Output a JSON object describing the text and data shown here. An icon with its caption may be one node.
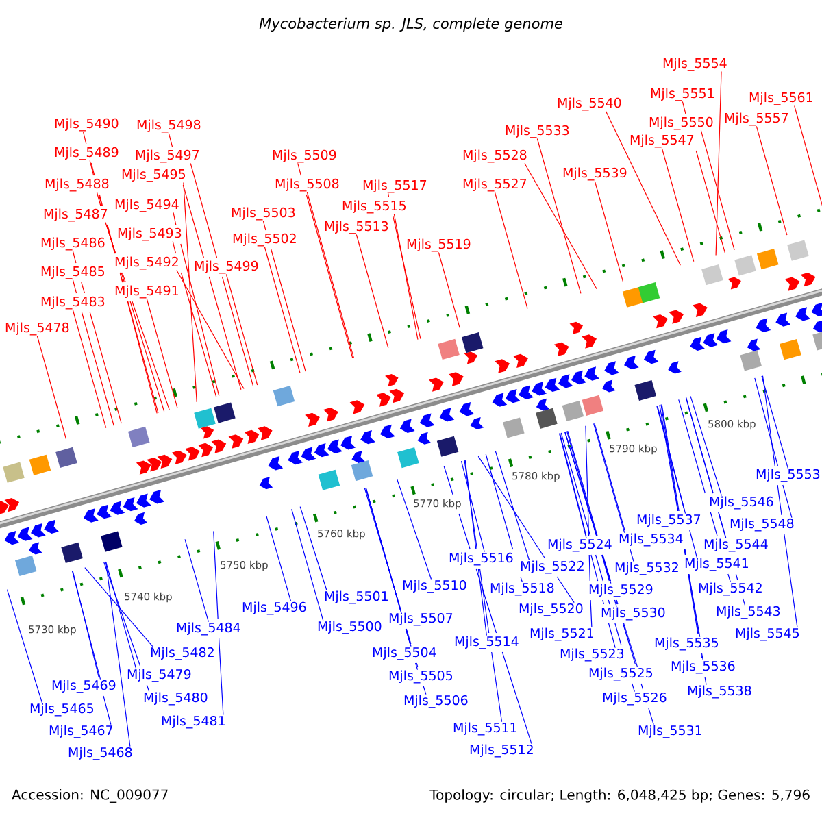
{
  "diagram": {
    "title": "Mycobacterium sp. JLS, complete genome",
    "nodes": [
      {
        "text": [
          "Mjls_5490"
        ]
      },
      {
        "text": [
          "Mjls_5498"
        ]
      },
      {
        "text": [
          "Mjls_5489"
        ]
      },
      {
        "text": [
          "Mjls_5497"
        ]
      },
      {
        "text": [
          "Mjls_5495"
        ]
      },
      {
        "text": [
          "Mjls_5488"
        ]
      },
      {
        "text": [
          "Mjls_5494"
        ]
      },
      {
        "text": [
          "Mjls_5487"
        ]
      },
      {
        "text": [
          "Mjls_5493"
        ]
      },
      {
        "text": [
          "Mjls_5486"
        ]
      },
      {
        "text": [
          "Mjls_5492"
        ]
      },
      {
        "text": [
          "Mjls_5499"
        ]
      },
      {
        "text": [
          "Mjls_5485"
        ]
      },
      {
        "text": [
          "Mjls_5491"
        ]
      },
      {
        "text": [
          "Mjls_5483"
        ]
      },
      {
        "text": [
          "Mjls_5478"
        ]
      },
      {
        "text": [
          "Mjls_5509"
        ]
      },
      {
        "text": [
          "Mjls_5508"
        ]
      },
      {
        "text": [
          "Mjls_5517"
        ]
      },
      {
        "text": [
          "Mjls_5515"
        ]
      },
      {
        "text": [
          "Mjls_5503"
        ]
      },
      {
        "text": [
          "Mjls_5513"
        ]
      },
      {
        "text": [
          "Mjls_5502"
        ]
      },
      {
        "text": [
          "Mjls_5519"
        ]
      },
      {
        "text": [
          "Mjls_5554"
        ]
      },
      {
        "text": [
          "Mjls_5551"
        ]
      },
      {
        "text": [
          "Mjls_5561"
        ]
      },
      {
        "text": [
          "Mjls_5540"
        ]
      },
      {
        "text": [
          "Mjls_5557"
        ]
      },
      {
        "text": [
          "Mjls_5550"
        ]
      },
      {
        "text": [
          "Mjls_5533"
        ]
      },
      {
        "text": [
          "Mjls_5547"
        ]
      },
      {
        "text": [
          "Mjls_5528"
        ]
      },
      {
        "text": [
          "Mjls_5539"
        ]
      },
      {
        "text": [
          "Mjls_5527"
        ]
      },
      {
        "text": [
          "Mjls_5553"
        ]
      },
      {
        "text": [
          "Mjls_5546"
        ]
      },
      {
        "text": [
          "Mjls_5537"
        ]
      },
      {
        "text": [
          "Mjls_5548"
        ]
      },
      {
        "text": [
          "Mjls_5534"
        ]
      },
      {
        "text": [
          "Mjls_5544"
        ]
      },
      {
        "text": [
          "Mjls_5524"
        ]
      },
      {
        "text": [
          "Mjls_5516"
        ]
      },
      {
        "text": [
          "Mjls_5541"
        ]
      },
      {
        "text": [
          "Mjls_5522"
        ]
      },
      {
        "text": [
          "Mjls_5532"
        ]
      },
      {
        "text": [
          "Mjls_5510"
        ]
      },
      {
        "text": [
          "Mjls_5518"
        ]
      },
      {
        "text": [
          "Mjls_5542"
        ]
      },
      {
        "text": [
          "Mjls_5529"
        ]
      },
      {
        "text": [
          "Mjls_5501"
        ]
      },
      {
        "text": [
          "Mjls_5496"
        ]
      },
      {
        "text": [
          "Mjls_5520"
        ]
      },
      {
        "text": [
          "Mjls_5543"
        ]
      },
      {
        "text": [
          "Mjls_5530"
        ]
      },
      {
        "text": [
          "Mjls_5507"
        ]
      },
      {
        "text": [
          "Mjls_5500"
        ]
      },
      {
        "text": [
          "Mjls_5484"
        ]
      },
      {
        "text": [
          "Mjls_5521"
        ]
      },
      {
        "text": [
          "Mjls_5545"
        ]
      },
      {
        "text": [
          "Mjls_5514"
        ]
      },
      {
        "text": [
          "Mjls_5535"
        ]
      },
      {
        "text": [
          "Mjls_5504"
        ]
      },
      {
        "text": [
          "Mjls_5482"
        ]
      },
      {
        "text": [
          "Mjls_5523"
        ]
      },
      {
        "text": [
          "Mjls_5536"
        ]
      },
      {
        "text": [
          "Mjls_5525"
        ]
      },
      {
        "text": [
          "Mjls_5479"
        ]
      },
      {
        "text": [
          "Mjls_5505"
        ]
      },
      {
        "text": [
          "Mjls_5469"
        ]
      },
      {
        "text": [
          "Mjls_5538"
        ]
      },
      {
        "text": [
          "Mjls_5480"
        ]
      },
      {
        "text": [
          "Mjls_5526"
        ]
      },
      {
        "text": [
          "Mjls_5506"
        ]
      },
      {
        "text": [
          "Mjls_5465"
        ]
      },
      {
        "text": [
          "Mjls_5481"
        ]
      },
      {
        "text": [
          "Mjls_5511"
        ]
      },
      {
        "text": [
          "Mjls_5531"
        ]
      },
      {
        "text": [
          "Mjls_5467"
        ]
      },
      {
        "text": [
          "Mjls_5512"
        ]
      },
      {
        "text": [
          "Mjls_5468"
        ]
      }
    ],
    "edges": [
      {
        "from": 0,
        "to": null,
        "arrow": "none",
        "color": "#ff0000"
      },
      {
        "from": 1,
        "to": null,
        "arrow": "none",
        "color": "#ff0000"
      },
      {
        "from": 2,
        "to": null,
        "arrow": "none",
        "color": "#ff0000"
      },
      {
        "from": 3,
        "to": null,
        "arrow": "none",
        "color": "#ff0000"
      },
      {
        "from": 4,
        "to": null,
        "arrow": "none",
        "color": "#ff0000"
      },
      {
        "from": 5,
        "to": null,
        "arrow": "none",
        "color": "#ff0000"
      },
      {
        "from": 6,
        "to": null,
        "arrow": "none",
        "color": "#ff0000"
      },
      {
        "from": 7,
        "to": null,
        "arrow": "none",
        "color": "#ff0000"
      },
      {
        "from": 8,
        "to": null,
        "arrow": "none",
        "color": "#ff0000"
      },
      {
        "from": 9,
        "to": null,
        "arrow": "none",
        "color": "#ff0000"
      },
      {
        "from": 10,
        "to": null,
        "arrow": "none",
        "color": "#ff0000"
      },
      {
        "from": 11,
        "to": null,
        "arrow": "none",
        "color": "#ff0000"
      },
      {
        "from": 12,
        "to": null,
        "arrow": "none",
        "color": "#ff0000"
      },
      {
        "from": 13,
        "to": null,
        "arrow": "none",
        "color": "#ff0000"
      },
      {
        "from": 14,
        "to": null,
        "arrow": "none",
        "color": "#ff0000"
      },
      {
        "from": 15,
        "to": null,
        "arrow": "none",
        "color": "#ff0000"
      },
      {
        "from": 16,
        "to": null,
        "arrow": "none",
        "color": "#ff0000"
      },
      {
        "from": 17,
        "to": null,
        "arrow": "none",
        "color": "#ff0000"
      },
      {
        "from": 18,
        "to": null,
        "arrow": "none",
        "color": "#ff0000"
      },
      {
        "from": 19,
        "to": null,
        "arrow": "none",
        "color": "#ff0000"
      },
      {
        "from": 20,
        "to": null,
        "arrow": "none",
        "color": "#ff0000"
      },
      {
        "from": 21,
        "to": null,
        "arrow": "none",
        "color": "#ff0000"
      },
      {
        "from": 22,
        "to": null,
        "arrow": "none",
        "color": "#ff0000"
      },
      {
        "from": 23,
        "to": null,
        "arrow": "none",
        "color": "#ff0000"
      },
      {
        "from": 24,
        "to": null,
        "arrow": "none",
        "color": "#ff0000"
      },
      {
        "from": 25,
        "to": null,
        "arrow": "none",
        "color": "#ff0000"
      },
      {
        "from": 26,
        "to": null,
        "arrow": "none",
        "color": "#ff0000"
      },
      {
        "from": 27,
        "to": null,
        "arrow": "none",
        "color": "#ff0000"
      },
      {
        "from": 28,
        "to": null,
        "arrow": "none",
        "color": "#ff0000"
      },
      {
        "from": 29,
        "to": null,
        "arrow": "none",
        "color": "#ff0000"
      },
      {
        "from": 30,
        "to": null,
        "arrow": "none",
        "color": "#ff0000"
      },
      {
        "from": 31,
        "to": null,
        "arrow": "none",
        "color": "#ff0000"
      },
      {
        "from": 32,
        "to": null,
        "arrow": "none",
        "color": "#ff0000"
      },
      {
        "from": 33,
        "to": null,
        "arrow": "none",
        "color": "#ff0000"
      },
      {
        "from": 34,
        "to": null,
        "arrow": "none",
        "color": "#ff0000"
      },
      {
        "from": 35,
        "to": null,
        "arrow": "none"
      },
      {
        "from": 36,
        "to": null,
        "arrow": "none"
      },
      {
        "from": 37,
        "to": null,
        "arrow": "none"
      },
      {
        "from": 38,
        "to": null,
        "arrow": "none"
      },
      {
        "from": 39,
        "to": null,
        "arrow": "none"
      },
      {
        "from": 40,
        "to": null,
        "arrow": "none"
      },
      {
        "from": 41,
        "to": null,
        "arrow": "none"
      },
      {
        "from": 42,
        "to": null,
        "arrow": "none"
      },
      {
        "from": 43,
        "to": null,
        "arrow": "none"
      },
      {
        "from": 44,
        "to": null,
        "arrow": "none"
      },
      {
        "from": 45,
        "to": null,
        "arrow": "none"
      },
      {
        "from": 46,
        "to": null,
        "arrow": "none"
      },
      {
        "from": 47,
        "to": null,
        "arrow": "none"
      },
      {
        "from": 48,
        "to": null,
        "arrow": "none"
      },
      {
        "from": 49,
        "to": null,
        "arrow": "none"
      },
      {
        "from": 50,
        "to": null,
        "arrow": "none"
      },
      {
        "from": 51,
        "to": null,
        "arrow": "none"
      },
      {
        "from": 52,
        "to": null,
        "arrow": "none"
      },
      {
        "from": 53,
        "to": null,
        "arrow": "none"
      },
      {
        "from": 54,
        "to": null,
        "arrow": "none"
      },
      {
        "from": 55,
        "to": null,
        "arrow": "none"
      },
      {
        "from": 56,
        "to": null,
        "arrow": "none"
      },
      {
        "from": 57,
        "to": null,
        "arrow": "none"
      },
      {
        "from": 58,
        "to": null,
        "arrow": "none"
      },
      {
        "from": 59,
        "to": null,
        "arrow": "none"
      },
      {
        "from": 60,
        "to": null,
        "arrow": "none"
      },
      {
        "from": 61,
        "to": null,
        "arrow": "none"
      },
      {
        "from": 62,
        "to": null,
        "arrow": "none"
      },
      {
        "from": 63,
        "to": null,
        "arrow": "none"
      },
      {
        "from": 64,
        "to": null,
        "arrow": "none"
      },
      {
        "from": 65,
        "to": null,
        "arrow": "none"
      },
      {
        "from": 66,
        "to": null,
        "arrow": "none"
      },
      {
        "from": 67,
        "to": null,
        "arrow": "none"
      },
      {
        "from": 68,
        "to": null,
        "arrow": "none"
      },
      {
        "from": 69,
        "to": null,
        "arrow": "none"
      },
      {
        "from": 70,
        "to": null,
        "arrow": "none"
      },
      {
        "from": 71,
        "to": null,
        "arrow": "none"
      },
      {
        "from": 72,
        "to": null,
        "arrow": "none"
      },
      {
        "from": 73,
        "to": null,
        "arrow": "none"
      },
      {
        "from": 74,
        "to": null,
        "arrow": "none"
      },
      {
        "from": 75,
        "to": null,
        "arrow": "none"
      },
      {
        "from": 76,
        "to": null,
        "arrow": "none"
      },
      {
        "from": 77,
        "to": null,
        "arrow": "none"
      },
      {
        "from": 78,
        "to": null,
        "arrow": "none"
      },
      {
        "from": 79,
        "to": null,
        "arrow": "none"
      },
      {
        "from": 80,
        "to": null,
        "arrow": "none"
      }
    ],
    "labels": [
      "5730 kbp",
      "5740 kbp",
      "5750 kbp",
      "5760 kbp",
      "5770 kbp",
      "5780 kbp",
      "5790 kbp",
      "5800 kbp",
      "Accession: NC_009077",
      "Topology: circular; Length: 6,048,425 bp; Genes: 5,796"
    ]
  }
}
